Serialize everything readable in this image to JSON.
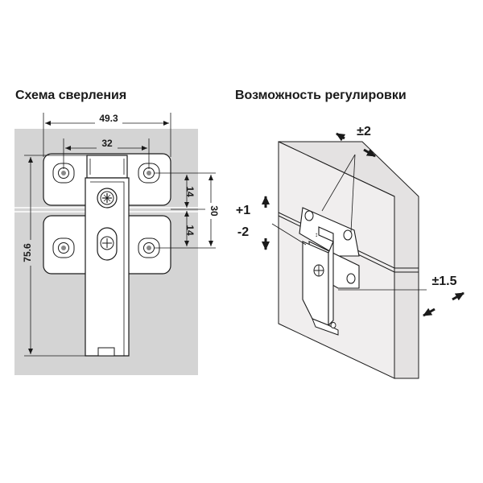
{
  "titles": {
    "drilling_scheme": "Схема сверления",
    "adjustment": "Возможность регулировки"
  },
  "dimensions": {
    "outer_width": "49.3",
    "hole_spacing": "32",
    "upper_offset": "14",
    "lower_offset": "14",
    "total_vertical": "30",
    "height": "75.6"
  },
  "adjustments": {
    "depth": "±2",
    "height_up": "+1",
    "height_down": "-2",
    "side": "±1.5"
  },
  "colors": {
    "background_panel": "#d4d4d4",
    "cabinet_face": "#f0eeee",
    "cabinet_side": "#e4e2e2",
    "line": "#1a1a1a"
  }
}
